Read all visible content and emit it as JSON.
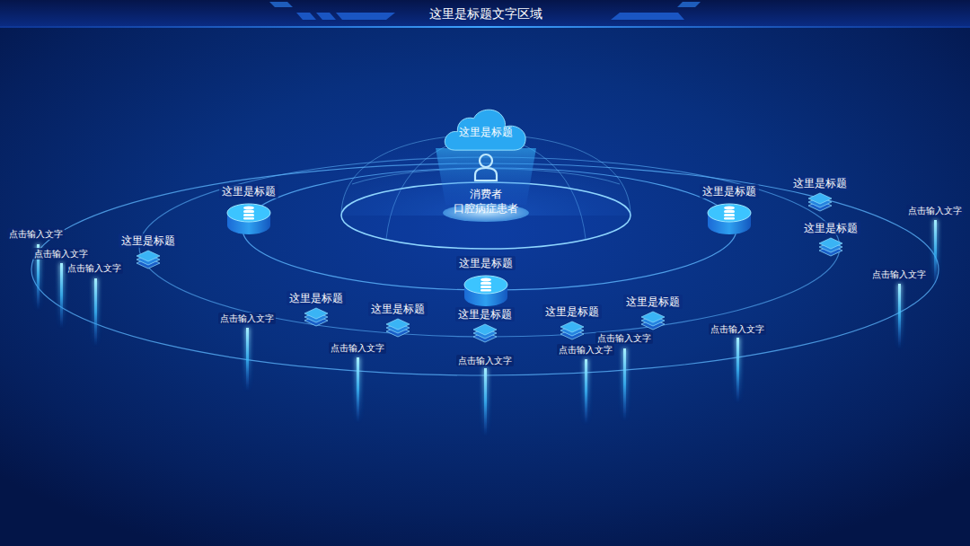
{
  "diagram": {
    "title": "这里是标题文字区域",
    "nodes": [
      {
        "text": [
          "这里是标题"
        ]
      },
      {
        "text": [
          "这里是标题"
        ]
      },
      {
        "text": [
          "这里是标题"
        ]
      },
      {
        "text": [
          "这里是标题"
        ]
      },
      {
        "text": [
          "消费者 口腔病症患者"
        ]
      },
      {
        "text": [
          "这里是标题"
        ]
      },
      {
        "text": [
          "这里是标题"
        ]
      },
      {
        "text": [
          "这里是标题"
        ]
      },
      {
        "text": [
          "这里是标题"
        ]
      },
      {
        "text": [
          "这里是标题"
        ]
      },
      {
        "text": [
          "这里是标题"
        ]
      },
      {
        "text": [
          "这里是标题"
        ]
      },
      {
        "text": [
          "这里是标题"
        ]
      }
    ],
    "labels": [
      "点击输入文字",
      "点击输入文字",
      "点击输入文字",
      "点击输入文字",
      "点击输入文字",
      "点击输入文字",
      "点击输入文字",
      "点击输入文字",
      "点击输入文字",
      "点击输入文字",
      "点击输入文字"
    ]
  }
}
